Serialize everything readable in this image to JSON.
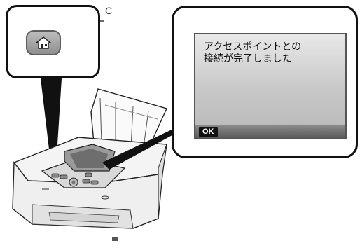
{
  "callout_left": {
    "reference_label": "C",
    "home_button_icon": "home-icon"
  },
  "lcd": {
    "message_line1": "アクセスポイントとの",
    "message_line2": "接続が完了しました",
    "ok_label": "OK"
  },
  "colors": {
    "outline": "#111111",
    "lcd_background": "#d6d6d6",
    "lcd_bar": "#6e6e6e",
    "home_button": "#a6a6a6"
  }
}
